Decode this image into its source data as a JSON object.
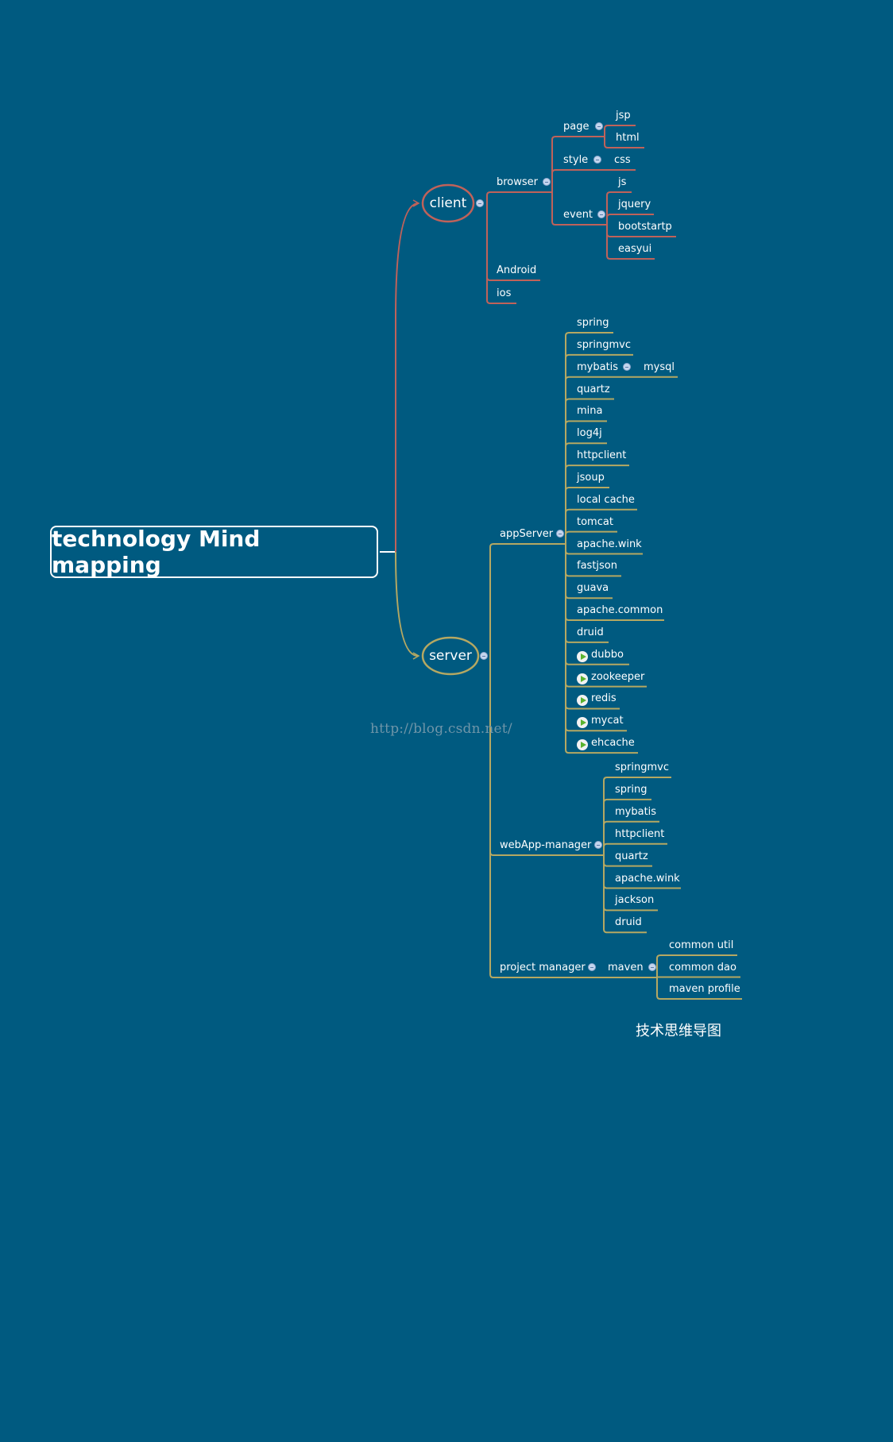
{
  "root": {
    "title": "technology Mind mapping"
  },
  "colors": {
    "background": "#005A80",
    "client_branch": "#C0625A",
    "server_branch": "#B5A862",
    "root_line": "#FFFFFF",
    "play_icon": "#5AB32E"
  },
  "client": {
    "label": "client",
    "browser": {
      "label": "browser",
      "page": {
        "label": "page",
        "children": [
          "jsp",
          "html"
        ]
      },
      "style": {
        "label": "style",
        "children": [
          "css"
        ]
      },
      "event": {
        "label": "event",
        "children": [
          "js",
          "jquery",
          "bootstartp",
          "easyui"
        ]
      }
    },
    "others": [
      "Android",
      "ios"
    ]
  },
  "server": {
    "label": "server",
    "appServer": {
      "label": "appServer",
      "items": [
        {
          "label": "spring",
          "icon": ""
        },
        {
          "label": "springmvc",
          "icon": ""
        },
        {
          "label": "mybatis",
          "icon": "",
          "child": "mysql"
        },
        {
          "label": "quartz",
          "icon": ""
        },
        {
          "label": "mina",
          "icon": ""
        },
        {
          "label": "log4j",
          "icon": ""
        },
        {
          "label": "httpclient",
          "icon": ""
        },
        {
          "label": "jsoup",
          "icon": ""
        },
        {
          "label": "local cache",
          "icon": ""
        },
        {
          "label": "tomcat",
          "icon": ""
        },
        {
          "label": "apache.wink",
          "icon": ""
        },
        {
          "label": "fastjson",
          "icon": ""
        },
        {
          "label": "guava",
          "icon": ""
        },
        {
          "label": "apache.common",
          "icon": ""
        },
        {
          "label": "druid",
          "icon": ""
        },
        {
          "label": "dubbo",
          "icon": "play-icon"
        },
        {
          "label": "zookeeper",
          "icon": "play-icon"
        },
        {
          "label": "redis",
          "icon": "play-icon"
        },
        {
          "label": "mycat",
          "icon": "play-icon"
        },
        {
          "label": "ehcache",
          "icon": "play-icon"
        }
      ]
    },
    "webAppManager": {
      "label": "webApp-manager",
      "items": [
        "springmvc",
        "spring",
        "mybatis",
        "httpclient",
        "quartz",
        "apache.wink",
        "jackson",
        "druid"
      ]
    },
    "projectManager": {
      "label": "project manager",
      "maven": {
        "label": "maven",
        "children": [
          "common util",
          "common dao",
          "maven profile"
        ]
      }
    }
  },
  "watermark": "http://blog.csdn.net/",
  "caption": "技术思维导图"
}
